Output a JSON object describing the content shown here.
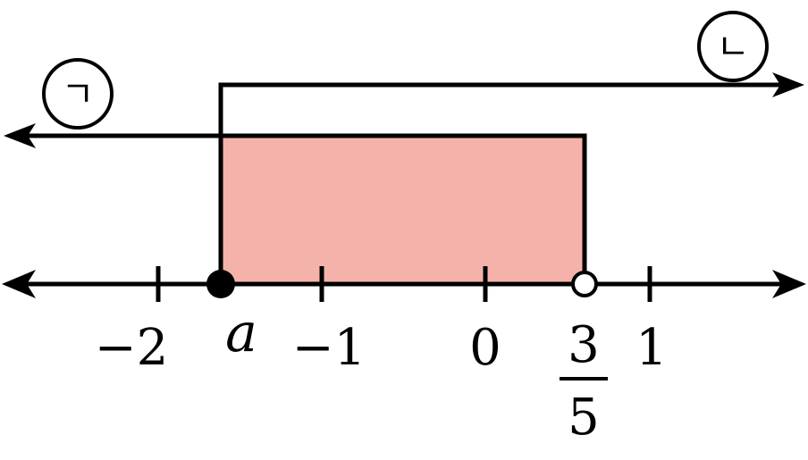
{
  "labels": {
    "ticks": [
      "−2",
      "−1",
      "0",
      "1"
    ],
    "a": "a",
    "fraction_num": "3",
    "fraction_den": "5",
    "region_a": "ㄱ",
    "region_b": "ㄴ"
  },
  "number_line": {
    "tick_values": [
      -2,
      -1,
      0,
      1
    ],
    "a_value": -1.62,
    "three_fifths": 0.6,
    "closed_point": "a",
    "open_point": "3/5"
  },
  "colors": {
    "shade": "#f5b2aa",
    "line": "#000000"
  }
}
